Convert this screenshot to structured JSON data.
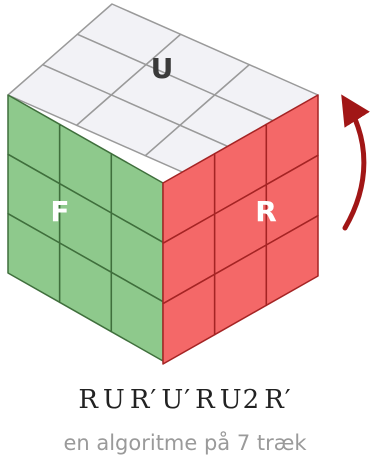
{
  "cube": {
    "top_label": "U",
    "front_label": "F",
    "right_label": "R",
    "colors": {
      "top_fill": "#f2f2f6",
      "top_line": "#9a9a9a",
      "front_fill": "#8ec98c",
      "front_line": "#3f6f3c",
      "right_fill": "#f46868",
      "right_line": "#a52424",
      "arrow": "#a11616"
    },
    "arrow_direction": "clockwise-up"
  },
  "algorithm": {
    "moves": [
      "R",
      "U",
      "R′",
      "U′",
      "R",
      "U2",
      "R′"
    ]
  },
  "caption": "en algoritme på 7 træk"
}
